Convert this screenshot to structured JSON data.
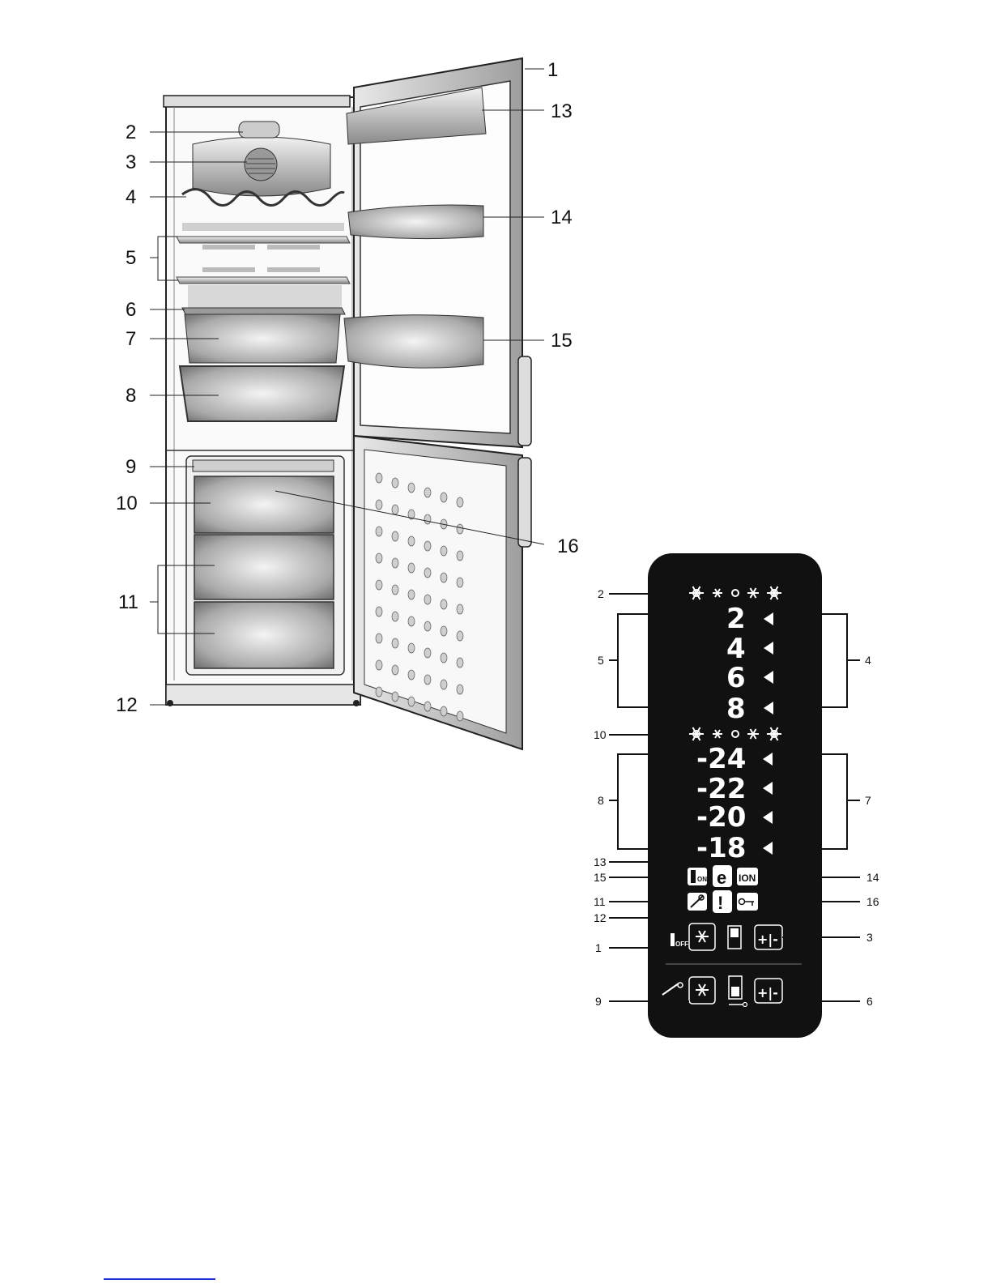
{
  "fridge": {
    "callouts": [
      "1",
      "2",
      "3",
      "4",
      "5",
      "6",
      "7",
      "8",
      "9",
      "10",
      "11",
      "12",
      "13",
      "14",
      "15",
      "16"
    ]
  },
  "panel": {
    "fridge_temps": [
      "2",
      "4",
      "6",
      "8"
    ],
    "freezer_temps": [
      "-24",
      "-22",
      "-20",
      "-18"
    ],
    "callouts": [
      "1",
      "2",
      "3",
      "4",
      "5",
      "6",
      "7",
      "8",
      "9",
      "10",
      "11",
      "12",
      "13",
      "14",
      "15",
      "16"
    ],
    "icons": {
      "eco": "e",
      "ion": "ION",
      "alarm": "!",
      "off_small": "OFF",
      "plus_minus": "+|-"
    }
  }
}
